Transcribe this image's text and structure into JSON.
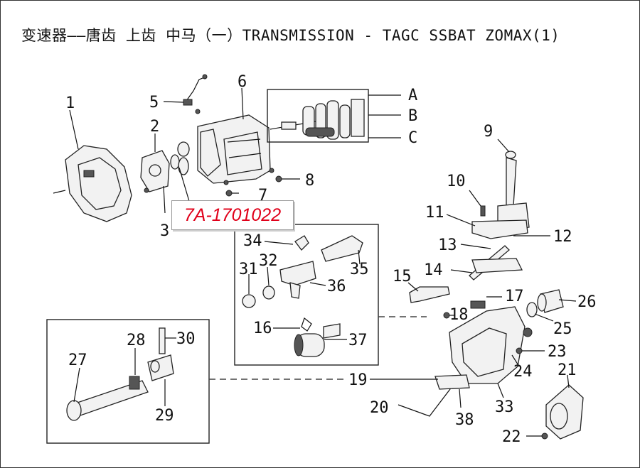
{
  "title": "变速器——唐齿 上齿 中马（一）TRANSMISSION - TAGC SSBAT ZOMAX(1)",
  "callout": {
    "text": "7A-1701022",
    "color": "#e0001a"
  },
  "labels": {
    "n1": "1",
    "n2": "2",
    "n3": "3",
    "n5": "5",
    "n6": "6",
    "n7": "7",
    "n8": "8",
    "n9": "9",
    "n10": "10",
    "n11": "11",
    "n12": "12",
    "n13": "13",
    "n14": "14",
    "n15": "15",
    "n16": "16",
    "n17": "17",
    "n18": "18",
    "n19": "19",
    "n20": "20",
    "n21": "21",
    "n22": "22",
    "n23": "23",
    "n24": "24",
    "n25": "25",
    "n26": "26",
    "n27": "27",
    "n28": "28",
    "n29": "29",
    "n30": "30",
    "n31": "31",
    "n32": "32",
    "n33": "33",
    "n34": "34",
    "n35": "35",
    "n36": "36",
    "n37": "37",
    "n38": "38",
    "A": "A",
    "B": "B",
    "C": "C"
  }
}
